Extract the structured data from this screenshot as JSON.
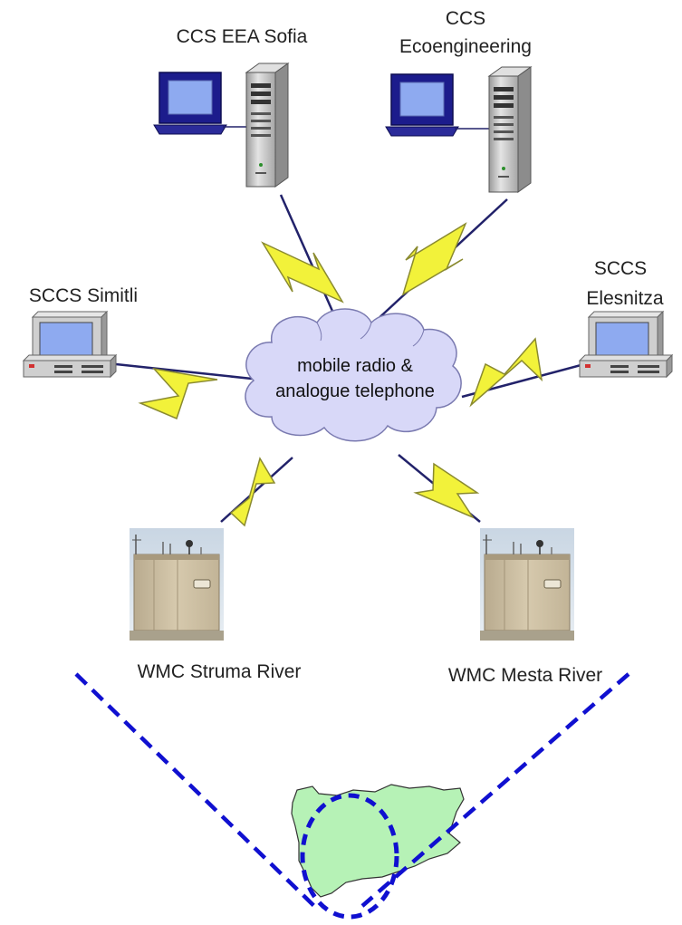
{
  "nodes": {
    "ccs_sofia": {
      "label": "CCS EEA Sofia"
    },
    "ccs_eco": {
      "label_line1": "CCS",
      "label_line2": "Ecoengineering"
    },
    "sccs_simitli": {
      "label": "SCCS Simitli"
    },
    "sccs_elesnitza": {
      "label_line1": "SCCS",
      "label_line2": "Elesnitza"
    },
    "wmc_struma": {
      "label": "WMC Struma River"
    },
    "wmc_mesta": {
      "label": "WMC Mesta River"
    }
  },
  "hub": {
    "label_line1": "mobile radio   &",
    "label_line2": "analogue telephone"
  },
  "colors": {
    "cloud_fill": "#d8d8f8",
    "cloud_stroke": "#7a7ab0",
    "bolt_fill": "#f2f23a",
    "bolt_stroke": "#8a8a30",
    "link_line": "#22226a",
    "dashed_line": "#1010d0",
    "map_fill": "#b6f2b6",
    "monitor_blue": "#1c1c8c",
    "screen": "#8eaaf0",
    "computer_gray": "#cfcfcf"
  }
}
